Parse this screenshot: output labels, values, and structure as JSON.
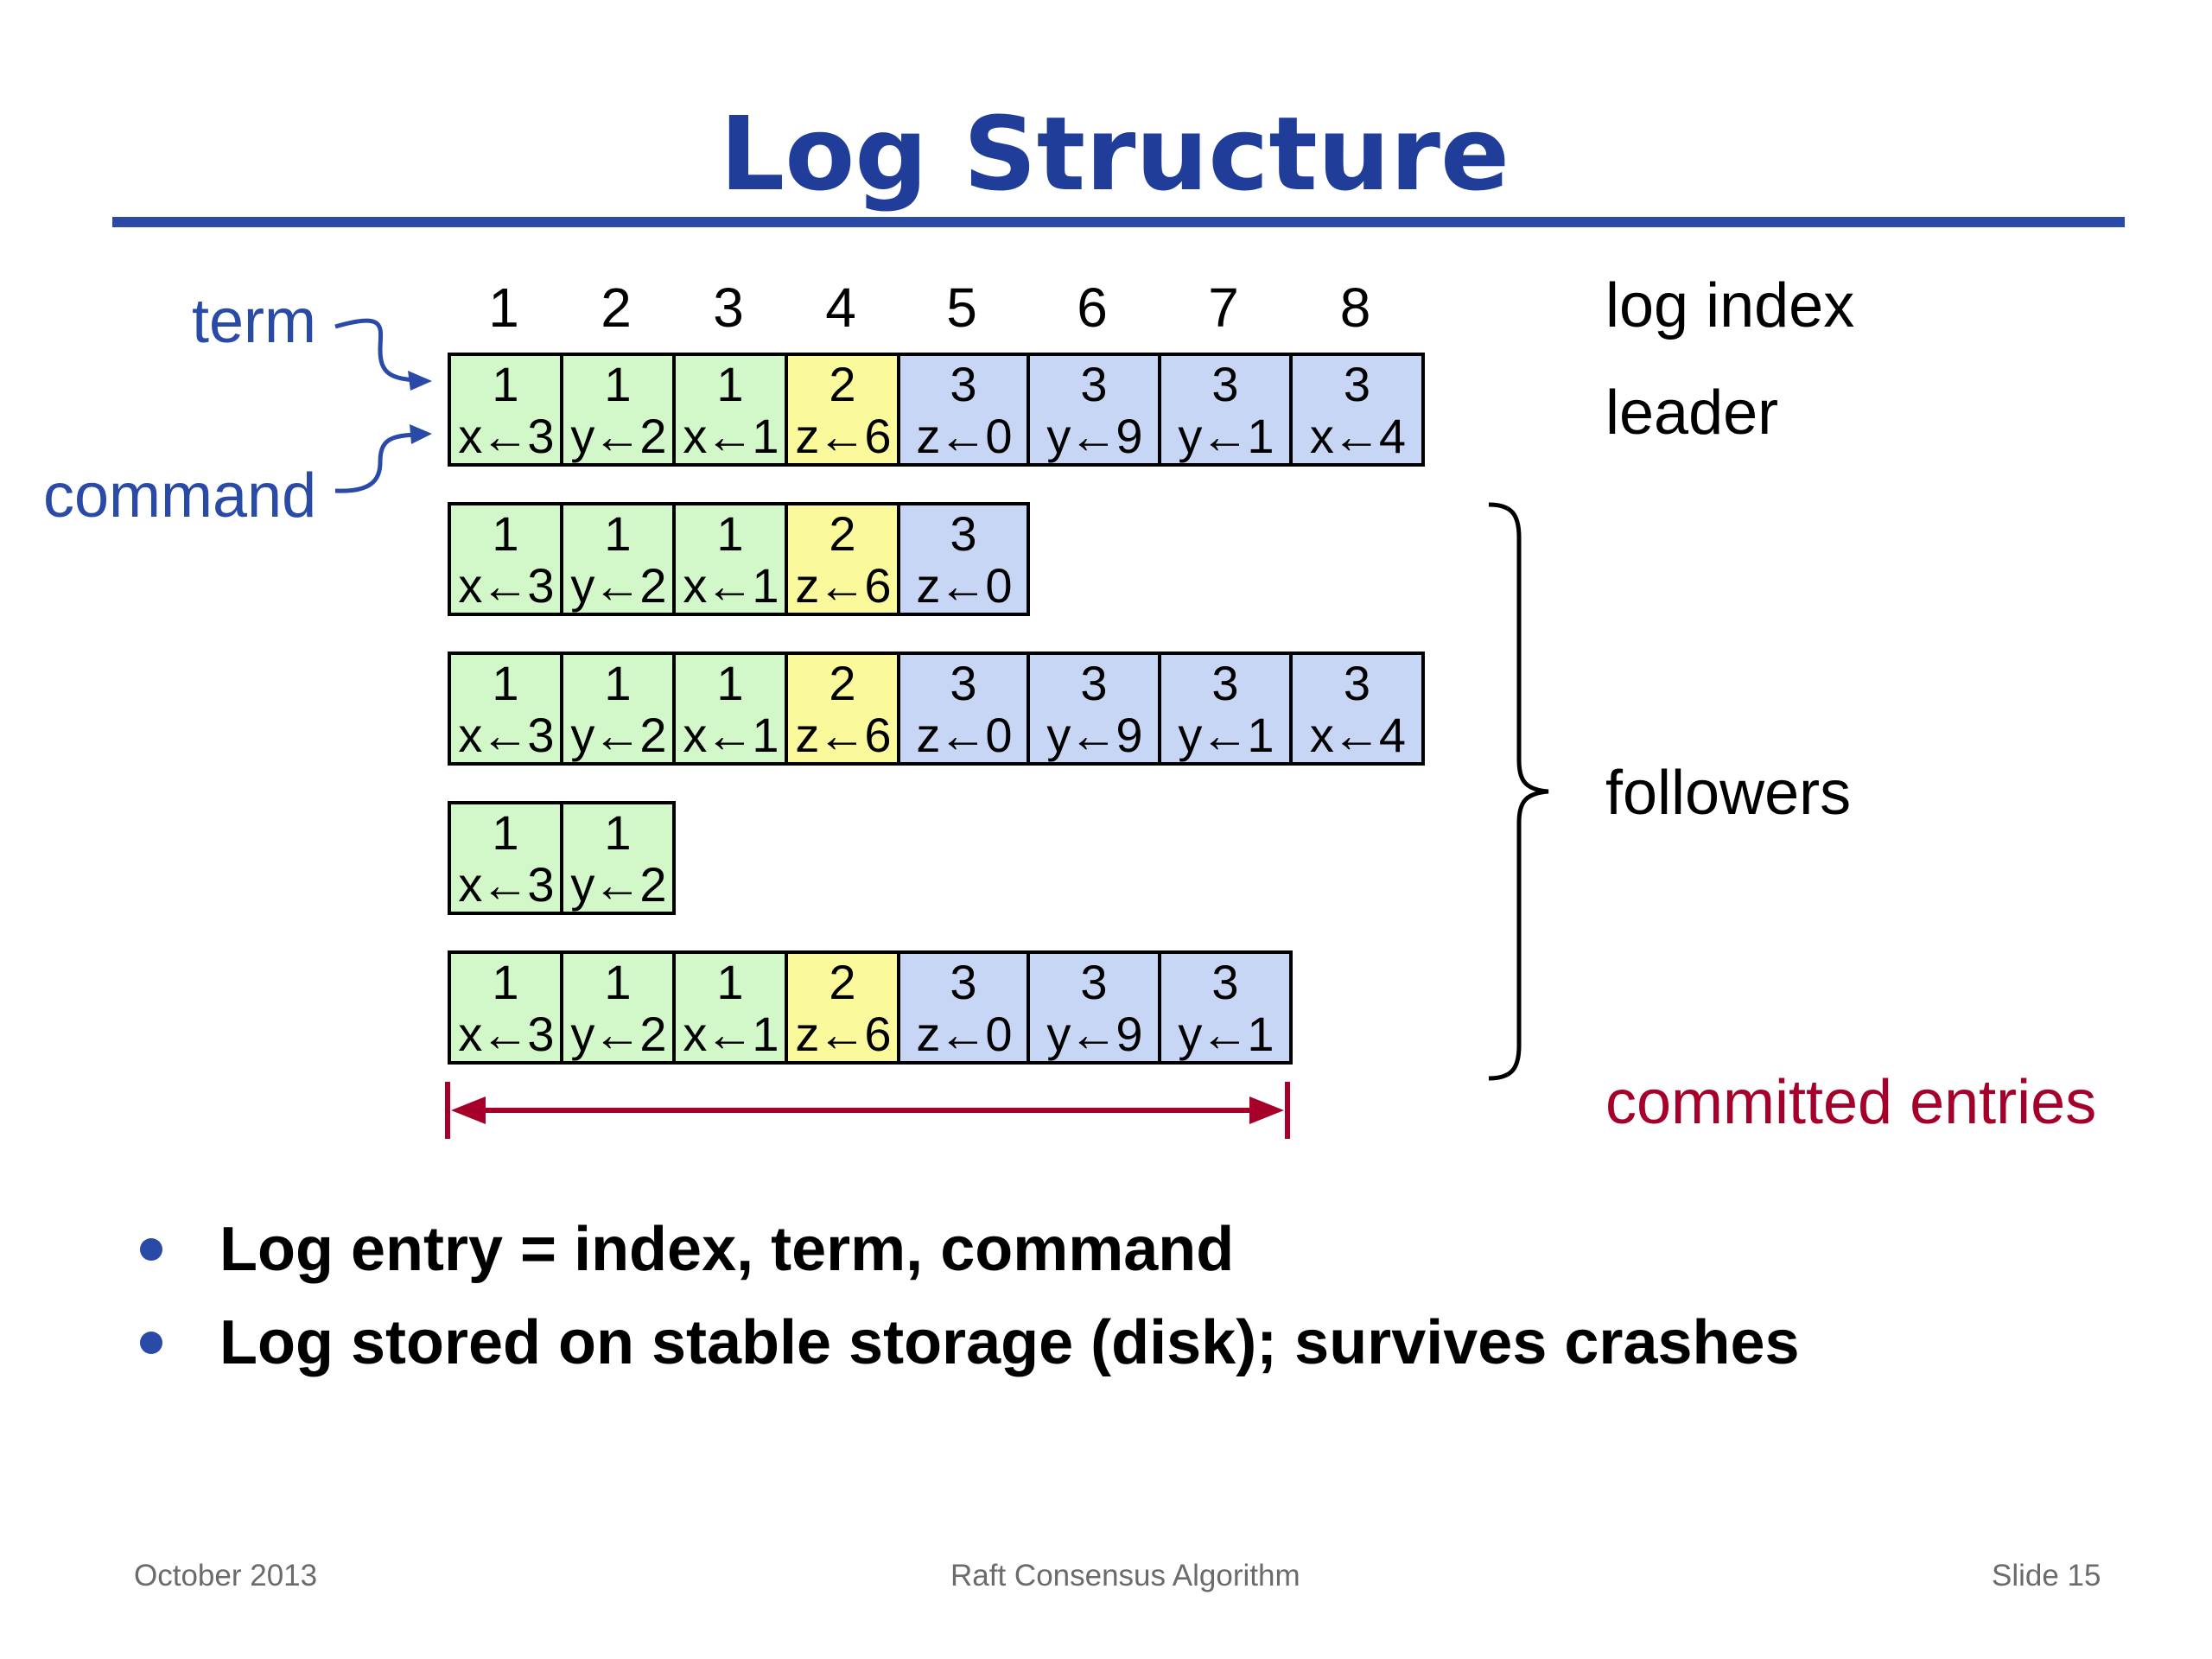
{
  "title": "Log Structure",
  "labels": {
    "term": "term",
    "command": "command",
    "log_index": "log index",
    "leader": "leader",
    "followers": "followers",
    "committed": "committed entries"
  },
  "log_indices": [
    "1",
    "2",
    "3",
    "4",
    "5",
    "6",
    "7",
    "8"
  ],
  "colors": {
    "term1": "#d2f7c8",
    "term2": "#fafa9c",
    "term3": "#c8d6f5",
    "title": "#1f3d99",
    "committed": "#a6002a"
  },
  "logs": [
    {
      "role": "leader",
      "entries": [
        {
          "term": "1",
          "command": "x←3"
        },
        {
          "term": "1",
          "command": "y←2"
        },
        {
          "term": "1",
          "command": "x←1"
        },
        {
          "term": "2",
          "command": "z←6"
        },
        {
          "term": "3",
          "command": "z←0"
        },
        {
          "term": "3",
          "command": "y←9"
        },
        {
          "term": "3",
          "command": "y←1"
        },
        {
          "term": "3",
          "command": "x←4"
        }
      ]
    },
    {
      "role": "follower",
      "entries": [
        {
          "term": "1",
          "command": "x←3"
        },
        {
          "term": "1",
          "command": "y←2"
        },
        {
          "term": "1",
          "command": "x←1"
        },
        {
          "term": "2",
          "command": "z←6"
        },
        {
          "term": "3",
          "command": "z←0"
        }
      ]
    },
    {
      "role": "follower",
      "entries": [
        {
          "term": "1",
          "command": "x←3"
        },
        {
          "term": "1",
          "command": "y←2"
        },
        {
          "term": "1",
          "command": "x←1"
        },
        {
          "term": "2",
          "command": "z←6"
        },
        {
          "term": "3",
          "command": "z←0"
        },
        {
          "term": "3",
          "command": "y←9"
        },
        {
          "term": "3",
          "command": "y←1"
        },
        {
          "term": "3",
          "command": "x←4"
        }
      ]
    },
    {
      "role": "follower",
      "entries": [
        {
          "term": "1",
          "command": "x←3"
        },
        {
          "term": "1",
          "command": "y←2"
        }
      ]
    },
    {
      "role": "follower",
      "entries": [
        {
          "term": "1",
          "command": "x←3"
        },
        {
          "term": "1",
          "command": "y←2"
        },
        {
          "term": "1",
          "command": "x←1"
        },
        {
          "term": "2",
          "command": "z←6"
        },
        {
          "term": "3",
          "command": "z←0"
        },
        {
          "term": "3",
          "command": "y←9"
        },
        {
          "term": "3",
          "command": "y←1"
        }
      ]
    }
  ],
  "committed_through_index": 7,
  "bullets": [
    "Log entry = index, term, command",
    "Log stored on stable storage (disk); survives crashes"
  ],
  "footer": {
    "left": "October 2013",
    "center": "Raft Consensus Algorithm",
    "right": "Slide 15"
  }
}
